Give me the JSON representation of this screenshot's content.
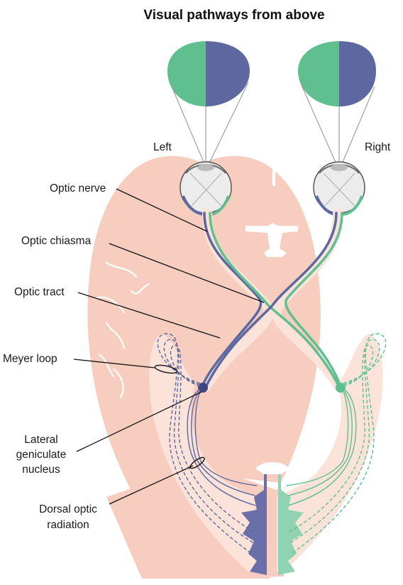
{
  "title": "Visual pathways from above",
  "side_labels": {
    "left": "Left",
    "right": "Right"
  },
  "labels": {
    "optic_nerve": "Optic nerve",
    "optic_chiasma": "Optic chiasma",
    "optic_tract": "Optic tract",
    "meyer_loop": "Meyer loop",
    "lgn_line1": "Lateral",
    "lgn_line2": "geniculate",
    "lgn_line3": "nucleus",
    "radiation_line1": "Dorsal optic",
    "radiation_line2": "radiation"
  },
  "colors": {
    "temporal_green": "#5fbf8f",
    "nasal_blue": "#5e68a0",
    "brain_fill": "#f6cdbf",
    "brain_light": "#fbe3da",
    "cortex_blue": "#6a6faa",
    "cortex_green": "#8fd3b2"
  }
}
